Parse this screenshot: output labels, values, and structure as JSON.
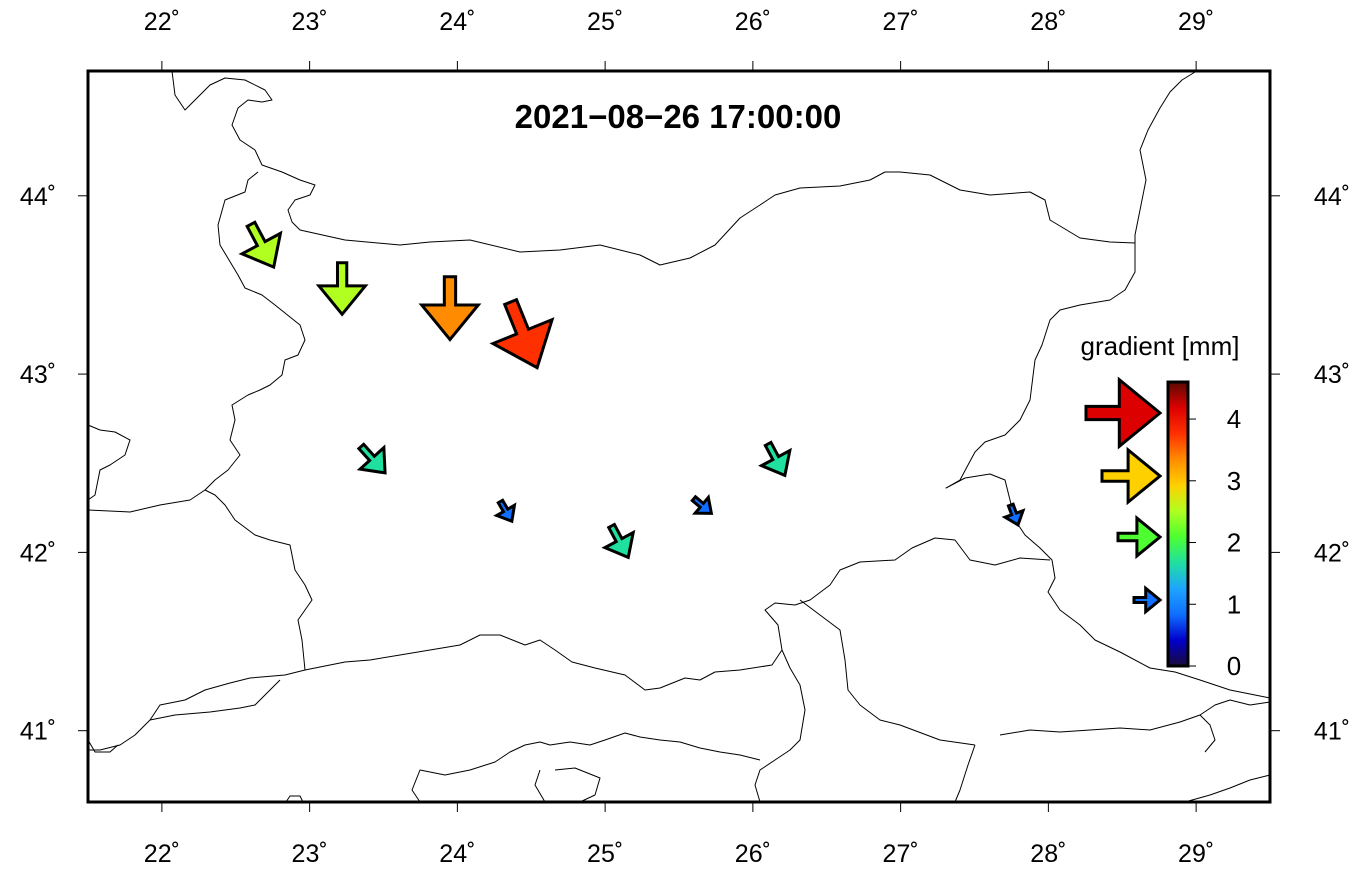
{
  "title": "2021−08−26 17:00:00",
  "map": {
    "lon_range": [
      21.5,
      29.5
    ],
    "lat_range": [
      40.6,
      44.7
    ],
    "lon_ticks": [
      22,
      23,
      24,
      25,
      26,
      27,
      28,
      29
    ],
    "lat_ticks": [
      41,
      42,
      43,
      44
    ],
    "tick_suffix": "˚"
  },
  "legend": {
    "title": "gradient [mm]",
    "colorbar_ticks": [
      "0",
      "1",
      "2",
      "3",
      "4"
    ],
    "colorbar_range": [
      0,
      4.6
    ],
    "samples": [
      4,
      3,
      2,
      1
    ]
  },
  "colors": {
    "scale": [
      "#1a0a3a",
      "#0000cc",
      "#0f6fff",
      "#1ea5ff",
      "#20e0a0",
      "#4dff30",
      "#b0ff20",
      "#ffd000",
      "#ff8c00",
      "#ff3000",
      "#dd0000",
      "#5a0a00"
    ],
    "border": "#000000"
  },
  "stations": [
    {
      "id": "s1",
      "lon": 22.68,
      "lat": 43.72,
      "value": 2.4,
      "dir_deg": 152
    },
    {
      "id": "s2",
      "lon": 23.22,
      "lat": 43.48,
      "value": 2.6,
      "dir_deg": 180
    },
    {
      "id": "s3",
      "lon": 23.95,
      "lat": 43.37,
      "value": 3.3,
      "dir_deg": 180
    },
    {
      "id": "s4",
      "lon": 24.45,
      "lat": 43.22,
      "value": 3.8,
      "dir_deg": 158
    },
    {
      "id": "s5",
      "lon": 23.43,
      "lat": 42.52,
      "value": 1.6,
      "dir_deg": 138
    },
    {
      "id": "s6",
      "lon": 24.33,
      "lat": 42.23,
      "value": 0.8,
      "dir_deg": 150
    },
    {
      "id": "s7",
      "lon": 25.1,
      "lat": 42.06,
      "value": 1.6,
      "dir_deg": 152
    },
    {
      "id": "s8",
      "lon": 25.66,
      "lat": 42.26,
      "value": 0.8,
      "dir_deg": 130
    },
    {
      "id": "s9",
      "lon": 26.16,
      "lat": 42.52,
      "value": 1.6,
      "dir_deg": 152
    },
    {
      "id": "s10",
      "lon": 27.77,
      "lat": 42.21,
      "value": 0.7,
      "dir_deg": 160
    }
  ]
}
